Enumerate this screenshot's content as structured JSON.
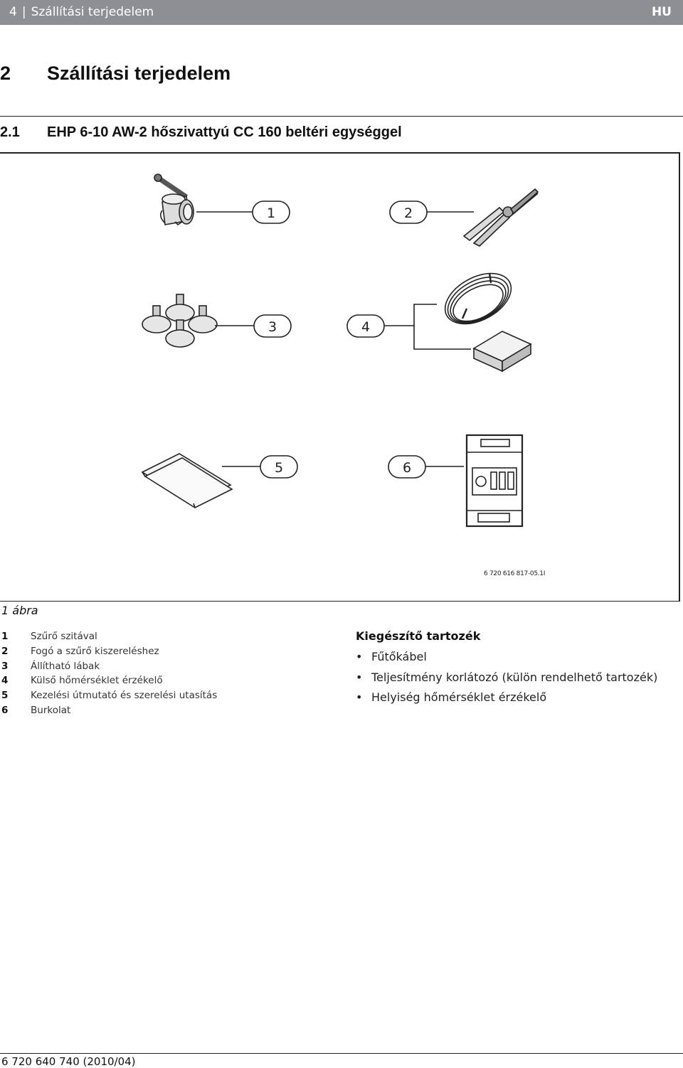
{
  "header": {
    "page_number": "4",
    "section": "Szállítási terjedelem",
    "language": "HU"
  },
  "heading1": {
    "number": "2",
    "title": "Szállítási terjedelem"
  },
  "heading2": {
    "number": "2.1",
    "title": "EHP 6-10 AW-2 hőszivattyú CC 160 beltéri egységgel"
  },
  "figure": {
    "callouts": [
      "1",
      "2",
      "3",
      "4",
      "5",
      "6"
    ],
    "code": "6 720 616 817-05.1I",
    "caption": "1 ábra"
  },
  "legend": [
    {
      "num": "1",
      "text": "Szűrő szitával"
    },
    {
      "num": "2",
      "text": "Fogó a szűrő kiszereléshez"
    },
    {
      "num": "3",
      "text": "Állítható lábak"
    },
    {
      "num": "4",
      "text": "Külső hőmérséklet érzékelő"
    },
    {
      "num": "5",
      "text": "Kezelési útmutató és szerelési utasítás"
    },
    {
      "num": "6",
      "text": "Burkolat"
    }
  ],
  "accessories": {
    "title": "Kiegészítő tartozék",
    "bullet": "•",
    "items": [
      "Fűtőkábel",
      "Teljesítmény korlátozó (külön rendelhető tartozék)",
      "Helyiség hőmérséklet érzékelő"
    ]
  },
  "footer": {
    "doc_number": "6 720 640 740 (2010/04)"
  }
}
